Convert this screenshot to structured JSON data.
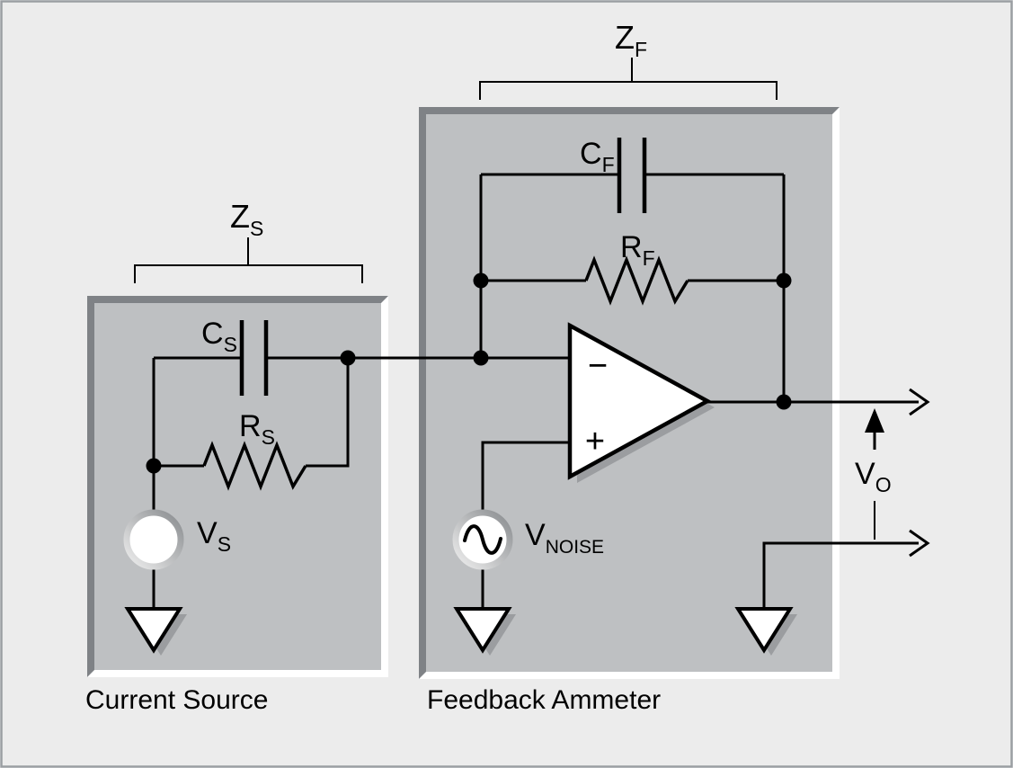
{
  "captions": {
    "left_box": "Current Source",
    "right_box": "Feedback Ammeter"
  },
  "labels": {
    "z_s": {
      "base": "Z",
      "sub": "S"
    },
    "c_s": {
      "base": "C",
      "sub": "S"
    },
    "r_s": {
      "base": "R",
      "sub": "S"
    },
    "v_s": {
      "base": "V",
      "sub": "S"
    },
    "z_f": {
      "base": "Z",
      "sub": "F"
    },
    "c_f": {
      "base": "C",
      "sub": "F"
    },
    "r_f": {
      "base": "R",
      "sub": "F"
    },
    "v_noise": {
      "base": "V",
      "sub": "NOISE"
    },
    "v_o": {
      "base": "V",
      "sub": "O"
    },
    "opamp": {
      "inverting": "−",
      "noninverting": "+"
    }
  },
  "colors": {
    "background": "#ececec",
    "frame": "#9a9ea2",
    "box-fill": "#bec0c2",
    "bevel-dark": "#7f8286",
    "bevel-light": "#ffffff",
    "wire": "#000000",
    "text": "#000000",
    "shadow": "#9b9da0",
    "component-fill": "#ffffff",
    "ring-light": "#efefef",
    "ring-dark": "#898c8f"
  }
}
